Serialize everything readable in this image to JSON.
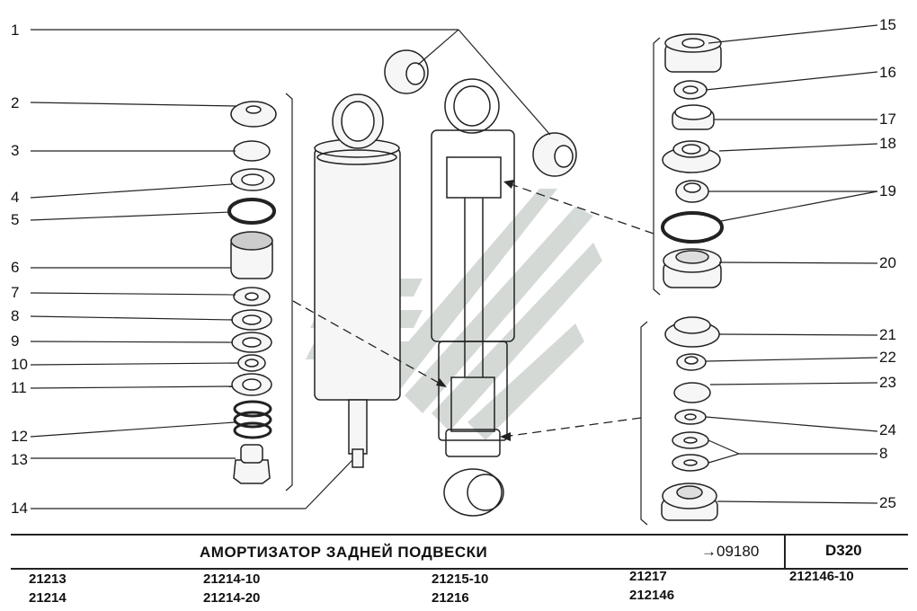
{
  "diagram": {
    "callouts_left": [
      "1",
      "2",
      "3",
      "4",
      "5",
      "6",
      "7",
      "8",
      "9",
      "10",
      "11",
      "12",
      "13",
      "14"
    ],
    "callouts_right": [
      "15",
      "16",
      "17",
      "18",
      "19",
      "20",
      "21",
      "22",
      "23",
      "24",
      "8",
      "25"
    ]
  },
  "footer": {
    "title": "АМОРТИЗАТОР ЗАДНЕЙ ПОДВЕСКИ",
    "reference": "→09180",
    "code": "D320",
    "models": [
      [
        "21213",
        "21214"
      ],
      [
        "21214-10",
        "21214-20"
      ],
      [
        "21215-10",
        "21216"
      ],
      [
        "21217",
        "212146"
      ],
      [
        "212146-10"
      ]
    ]
  },
  "colors": {
    "line": "#222222",
    "watermark": "#c8cfcc",
    "part_fill": "#f4f4f4"
  }
}
